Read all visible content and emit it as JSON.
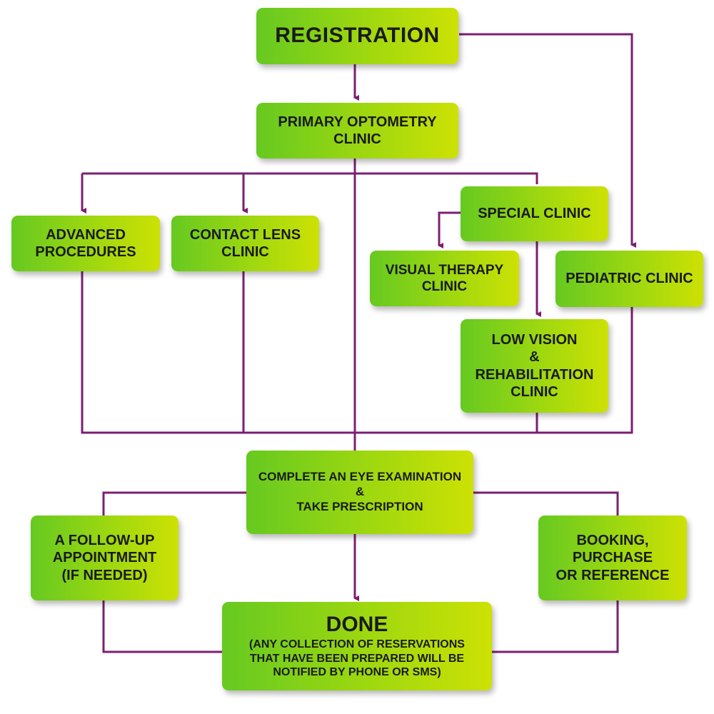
{
  "colors": {
    "connector": "#7b1f73",
    "box_start": "#66c921",
    "box_end": "#cde104",
    "text": "#1a1a1a"
  },
  "nodes": {
    "registration": [
      "REGISTRATION"
    ],
    "primary": [
      "PRIMARY OPTOMETRY",
      "CLINIC"
    ],
    "advanced": [
      "ADVANCED",
      "PROCEDURES"
    ],
    "contact": [
      "CONTACT LENS",
      "CLINIC"
    ],
    "special": [
      "SPECIAL CLINIC"
    ],
    "visual": [
      "VISUAL THERAPY",
      "CLINIC"
    ],
    "pediatric": [
      "PEDIATRIC CLINIC"
    ],
    "lowvision": [
      "LOW VISION",
      "&",
      "REHABILITATION",
      "CLINIC"
    ],
    "exam": [
      "COMPLETE AN EYE EXAMINATION",
      "&",
      "TAKE PRESCRIPTION"
    ],
    "followup": [
      "A FOLLOW-UP",
      "APPOINTMENT",
      "(IF NEEDED)"
    ],
    "booking": [
      "BOOKING,",
      "PURCHASE",
      "OR REFERENCE"
    ],
    "done": {
      "title": "DONE",
      "lines": [
        "(ANY COLLECTION OF RESERVATIONS",
        "THAT HAVE BEEN PREPARED WILL BE",
        "NOTIFIED BY PHONE OR SMS)"
      ]
    }
  }
}
